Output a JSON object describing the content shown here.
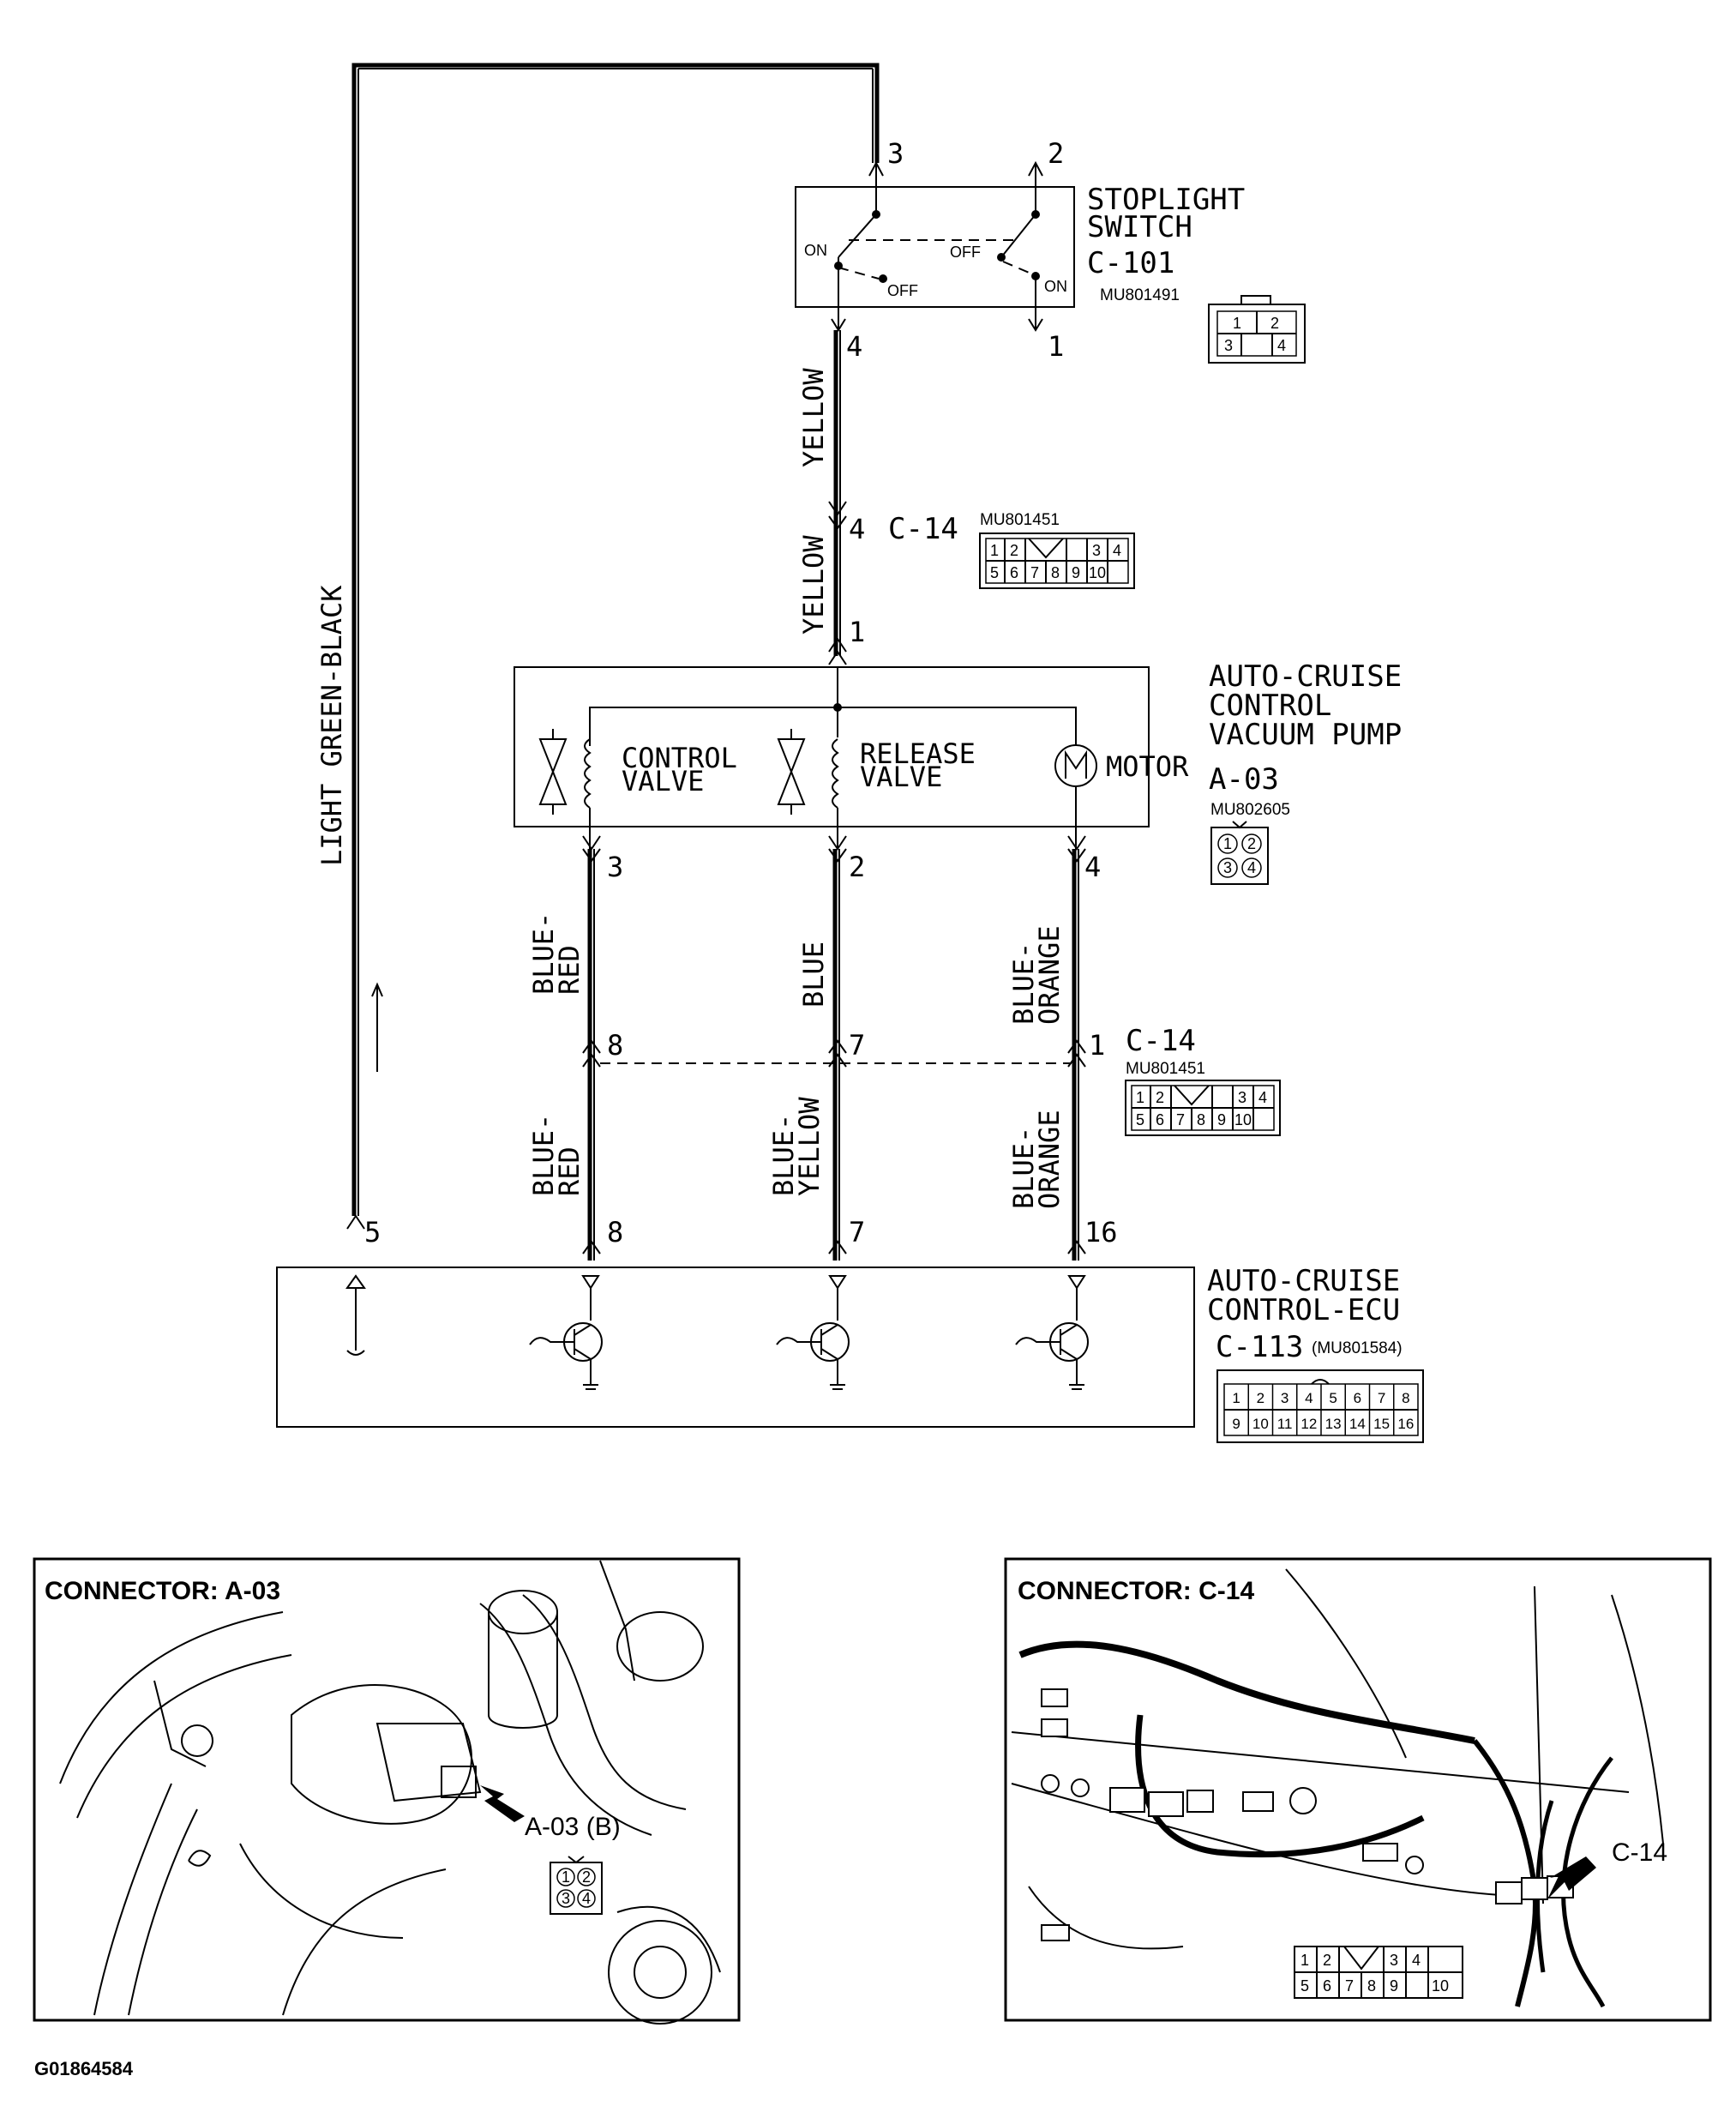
{
  "components": {
    "stoplight_switch": {
      "title_lines": [
        "STOPLIGHT",
        "SWITCH"
      ],
      "connector": "C-101",
      "part_no": "MU801491",
      "pins": {
        "top_left": "3",
        "top_right": "2",
        "bottom_left": "4",
        "bottom_right": "1"
      },
      "states": {
        "on_left": "ON",
        "off_right": "OFF",
        "off_bottom": "OFF",
        "on_right": "ON"
      },
      "connector_cells": [
        "1",
        "2",
        "3",
        "4"
      ]
    },
    "vacuum_pump": {
      "title_lines": [
        "AUTO-CRUISE",
        "CONTROL",
        "VACUUM PUMP"
      ],
      "connector": "A-03",
      "part_no": "MU802605",
      "pins": {
        "top": "1",
        "left": "3",
        "middle": "2",
        "right": "4"
      },
      "control_valve_lines": [
        "CONTROL",
        "VALVE"
      ],
      "release_valve_lines": [
        "RELEASE",
        "VALVE"
      ],
      "motor_label": "MOTOR",
      "connector_cells": [
        "1",
        "2",
        "3",
        "4"
      ]
    },
    "ecu": {
      "title_lines": [
        "AUTO-CRUISE",
        "CONTROL-ECU"
      ],
      "connector": "C-113",
      "part_no": "(MU801584)",
      "pins": {
        "p5": "5",
        "p8": "8",
        "p7": "7",
        "p16": "16"
      },
      "connector_cells_top": [
        "1",
        "2",
        "3",
        "4",
        "5",
        "6",
        "7",
        "8"
      ],
      "connector_cells_bottom": [
        "9",
        "10",
        "11",
        "12",
        "13",
        "14",
        "15",
        "16"
      ]
    },
    "c14_upper": {
      "connector": "C-14",
      "part_no": "MU801451",
      "pins": {
        "top": "4",
        "bottom": "1"
      },
      "cells_top": [
        "1",
        "2",
        "3",
        "4"
      ],
      "cells_bottom": [
        "5",
        "6",
        "7",
        "8",
        "9",
        "10"
      ]
    },
    "c14_lower": {
      "connector": "C-14",
      "part_no": "MU801451",
      "pins": {
        "left": "8",
        "middle": "7",
        "right": "1"
      },
      "cells_top": [
        "1",
        "2",
        "3",
        "4"
      ],
      "cells_bottom": [
        "5",
        "6",
        "7",
        "8",
        "9",
        "10"
      ]
    }
  },
  "wires": {
    "lgb": "LIGHT GREEN-BLACK",
    "yellow_upper": "YELLOW",
    "yellow_lower": "YELLOW",
    "blue_red_upper": [
      "BLUE-",
      "RED"
    ],
    "blue_upper": "BLUE",
    "blue_orange_upper": [
      "BLUE-",
      "ORANGE"
    ],
    "blue_red_lower": [
      "BLUE-",
      "RED"
    ],
    "blue_yellow_lower": [
      "BLUE-",
      "YELLOW"
    ],
    "blue_orange_lower": [
      "BLUE-",
      "ORANGE"
    ]
  },
  "panels": {
    "left": {
      "title": "CONNECTOR: A-03",
      "callout": "A-03 (B)",
      "cells": [
        "1",
        "2",
        "3",
        "4"
      ]
    },
    "right": {
      "title": "CONNECTOR: C-14",
      "callout": "C-14",
      "cells_top": [
        "1",
        "2",
        "3",
        "4"
      ],
      "cells_bottom": [
        "5",
        "6",
        "7",
        "8",
        "9",
        "10"
      ]
    }
  },
  "footer": {
    "figure_id": "G01864584"
  }
}
